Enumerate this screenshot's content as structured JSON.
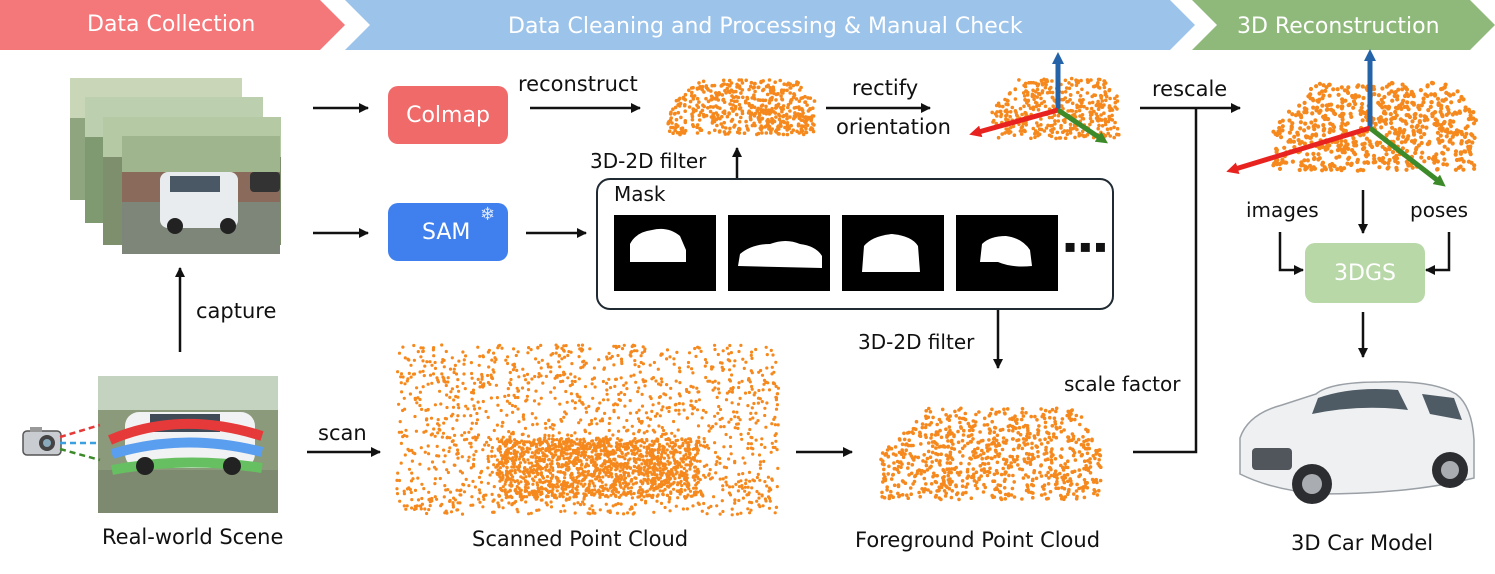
{
  "stages": {
    "collection": "Data Collection",
    "cleaning": "Data Cleaning and Processing  & Manual Check",
    "reconstruction": "3D Reconstruction"
  },
  "colors": {
    "collection": "#f4777a",
    "cleaning": "#9cc3ea",
    "reconstruction": "#8fb97a",
    "colmap": "#f06a6a",
    "sam": "#3f80ee",
    "gs3d": "#b8d8a8",
    "points": "#f5891e"
  },
  "boxes": {
    "colmap": "Colmap",
    "sam": "SAM",
    "gs3d": "3DGS"
  },
  "labels": {
    "reconstruct": "reconstruct",
    "rectify": "rectify",
    "orientation": "orientation",
    "rescale": "rescale",
    "filter_top": "3D-2D filter",
    "filter_mid": "3D-2D filter",
    "mask": "Mask",
    "ellipsis": "▪▪▪",
    "capture": "capture",
    "scan": "scan",
    "scale_factor": "scale factor",
    "images": "images",
    "poses": "poses"
  },
  "captions": {
    "real_world": "Real-world Scene",
    "scanned": "Scanned Point Cloud",
    "foreground": "Foreground Point Cloud",
    "car_model": "3D Car Model"
  },
  "icons": {
    "sam_badge": "snowflake-icon",
    "camera": "camera-icon"
  }
}
